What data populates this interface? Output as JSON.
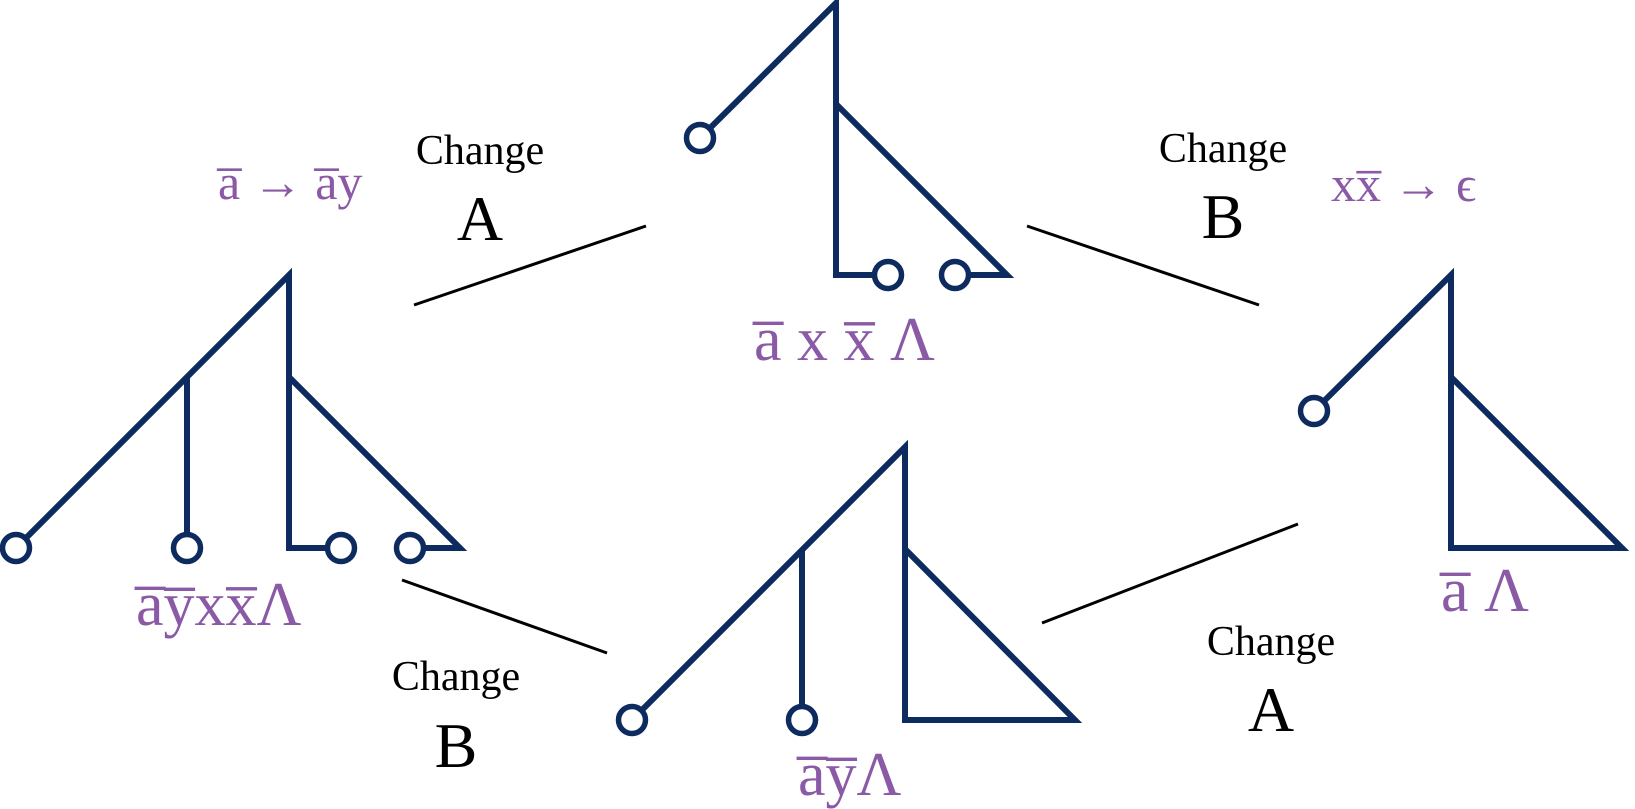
{
  "colors": {
    "tree": "#0d2b5e",
    "string": "#8a5aa6",
    "label": "#000000",
    "edge": "#000000",
    "background": "#ffffff"
  },
  "rules": {
    "left": "a̅ → a̅y",
    "right": "xx̅ → ϵ"
  },
  "changes": {
    "top_left": {
      "word": "Change",
      "letter": "A"
    },
    "top_right": {
      "word": "Change",
      "letter": "B"
    },
    "bottom_left": {
      "word": "Change",
      "letter": "B"
    },
    "bottom_right": {
      "word": "Change",
      "letter": "A"
    }
  },
  "strings": {
    "top": "a̅ x x̅ Λ",
    "left": "a̅y̅xx̅Λ",
    "bottom": "a̅y̅Λ",
    "right": "a̅ Λ"
  }
}
